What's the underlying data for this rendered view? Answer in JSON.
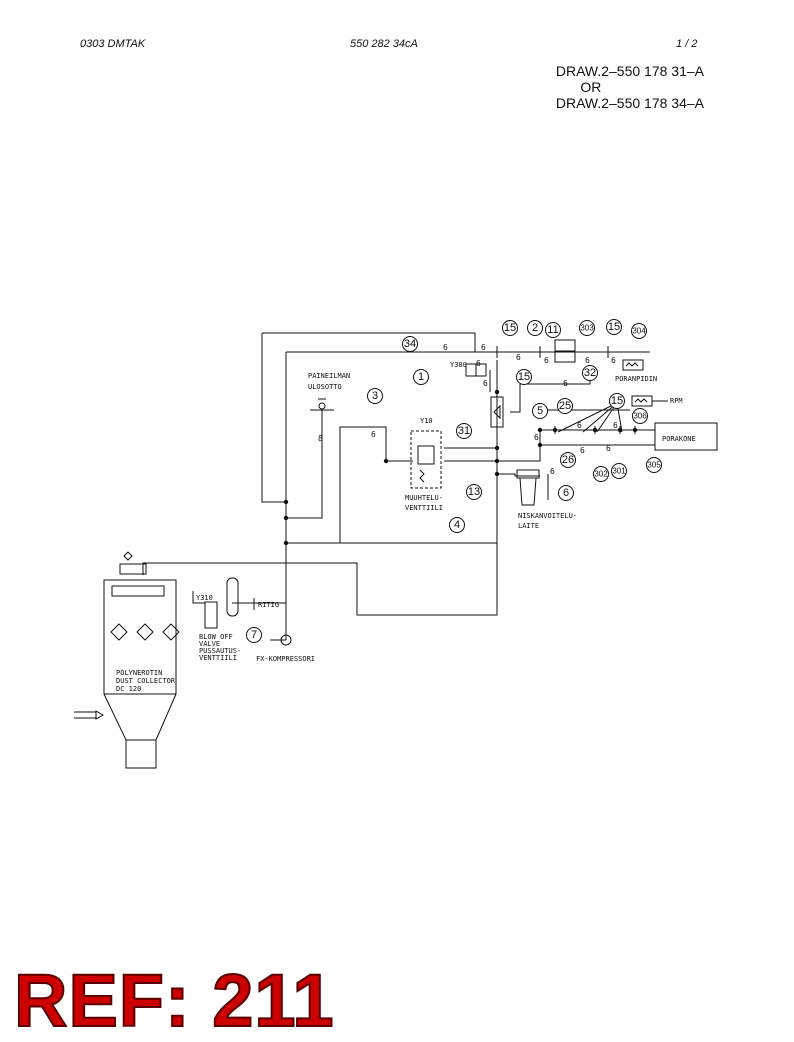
{
  "header": {
    "left": "0303 DMTAK",
    "center": "550 282 34cA",
    "right": "1 /  2"
  },
  "drawing_refs": {
    "line1": "DRAW.2–550 178 31–A",
    "line2": "OR",
    "line3": "DRAW.2–550 178 34–A"
  },
  "diagram": {
    "labels": {
      "paineilman": "PAINEILMAN",
      "ulosotto": "ULOSOTTO",
      "y380": "Y380",
      "y10": "Y10",
      "muuhtelu": "MUUHTELU-",
      "venttiili": "VENTTIILI",
      "niskanvoitelu": "NISKANVOITELU-",
      "laite": "LAITE",
      "poranpidin": "PORANPIDIN",
      "rpm": "RPM",
      "porakone": "PORAKONE",
      "y310": "Y310",
      "blow_off": "BLOW OFF",
      "valve": "VALVE",
      "pussautus": "PUSSAUTUS-",
      "venttiili2": "VENTTIILI",
      "ritig": "RITIG",
      "fx_kompressori": "FX-KOMPRESSORI",
      "polynerotin": "POLYNEROTIN",
      "dust_collector": "DUST COLLECTOR",
      "dc120": "DC 120"
    },
    "line_sizes": {
      "s6a": "6",
      "s6b": "6",
      "s6c": "6",
      "s6d": "6",
      "s6e": "6",
      "s6f": "6",
      "s6g": "6",
      "s6h": "6",
      "s6i": "6",
      "s6j": "6",
      "s6k": "6",
      "s6l": "6",
      "s6m": "6",
      "s6n": "6",
      "s6o": "6",
      "s6p": "6",
      "s8": "8"
    },
    "bubbles": {
      "b34": "34",
      "b1": "1",
      "b3": "3",
      "b15a": "15",
      "b2": "2",
      "b11": "11",
      "b303": "303",
      "b15b": "15",
      "b304": "304",
      "b15c": "15",
      "b32": "32",
      "b31": "31",
      "b13": "13",
      "b5": "5",
      "b25": "25",
      "b15d": "15",
      "b306": "306",
      "b26": "26",
      "b302": "302",
      "b301": "301",
      "b305": "305",
      "b6": "6",
      "b4": "4",
      "b7": "7"
    }
  },
  "ref_label": "REF: 211"
}
